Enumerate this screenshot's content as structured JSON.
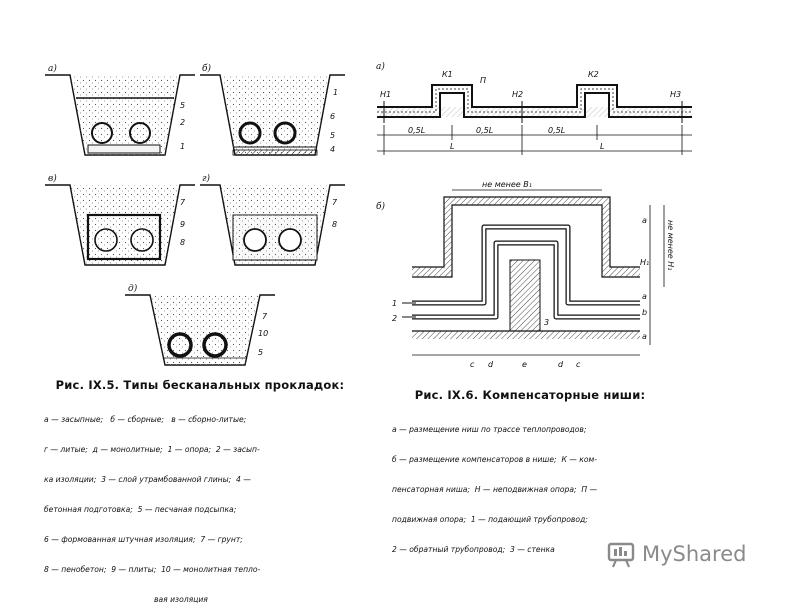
{
  "fig5": {
    "panel_labels": [
      "а)",
      "б)",
      "в)",
      "г)",
      "д)"
    ],
    "numbers_a": [
      "5",
      "2",
      "1"
    ],
    "numbers_b": [
      "1",
      "6",
      "5",
      "4"
    ],
    "numbers_v": [
      "7",
      "9",
      "8"
    ],
    "numbers_g": [
      "7",
      "8"
    ],
    "numbers_d": [
      "7",
      "10",
      "5"
    ],
    "caption_title": "Рис. IX.5. Типы бесканальных прокладок:",
    "caption_lines": [
      "а — засыпные;   б — сборные;   в — сборно-литые;",
      "г — литые;  д — монолитные;  1 — опора;  2 — засып-",
      "ка изоляции;  3 — слой утрамбованной глины;  4 —",
      "бетонная подготовка;  5 — песчаная подсыпка;",
      "6 — формованная штучная изоляция;  7 — грунт;",
      "8 — пенобетон;  9 — плиты;  10 — монолитная тепло-",
      "вая изоляция"
    ]
  },
  "fig6": {
    "panel_a_label": "а)",
    "panel_b_label": "б)",
    "labels_top": [
      "К1",
      "П",
      "К2",
      "Н1",
      "Н2",
      "Н3"
    ],
    "dims_top": [
      "0,5L",
      "0,5L",
      "0,5L",
      "L",
      "L"
    ],
    "dim_b1": "не менее В₁",
    "dims_right": [
      "a",
      "H₁",
      "не менее H₁",
      "a",
      "b",
      "a"
    ],
    "dims_bottom": [
      "c",
      "d",
      "e",
      "d",
      "c"
    ],
    "pipe_labels": [
      "1",
      "2",
      "3"
    ],
    "caption_title": "Рис. IX.6. Компенсаторные ниши:",
    "caption_lines": [
      "а — размещение ниш по трассе теплопроводов;",
      "б — размещение компенсаторов в нише;  К — ком-",
      "пенсаторная ниша;  Н — неподвижная опора;  П —",
      "подвижная опора;  1 — подающий трубопровод;",
      "2 — обратный трубопровод;  3 — стенка"
    ]
  },
  "brand": {
    "name": "MyShared",
    "icon": "presentation-board-icon",
    "color": "#8a8a8a"
  }
}
